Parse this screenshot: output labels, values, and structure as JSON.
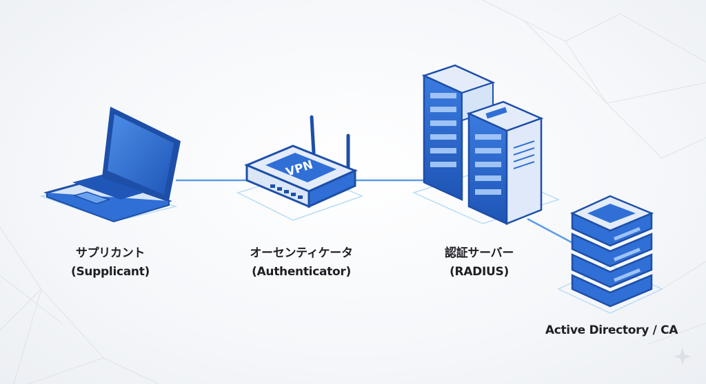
{
  "nodes": [
    {
      "id": "supplicant",
      "label_ja": "サプリカント",
      "label_en": "(Supplicant)",
      "icon": "laptop-icon"
    },
    {
      "id": "authenticator",
      "label_ja": "オーセンティケータ",
      "label_en": "(Authenticator)",
      "icon": "vpn-router-icon",
      "device_text": "VPN"
    },
    {
      "id": "auth-server",
      "label_ja": "認証サーバー",
      "label_en": "(RADIUS)",
      "icon": "server-rack-icon"
    },
    {
      "id": "directory",
      "label": "Active Directory / CA",
      "icon": "database-stack-icon"
    }
  ],
  "colors": {
    "primary": "#2f6fd6",
    "dark": "#1d4fa8",
    "light": "#dfe9fa",
    "line": "#4a90e2"
  }
}
